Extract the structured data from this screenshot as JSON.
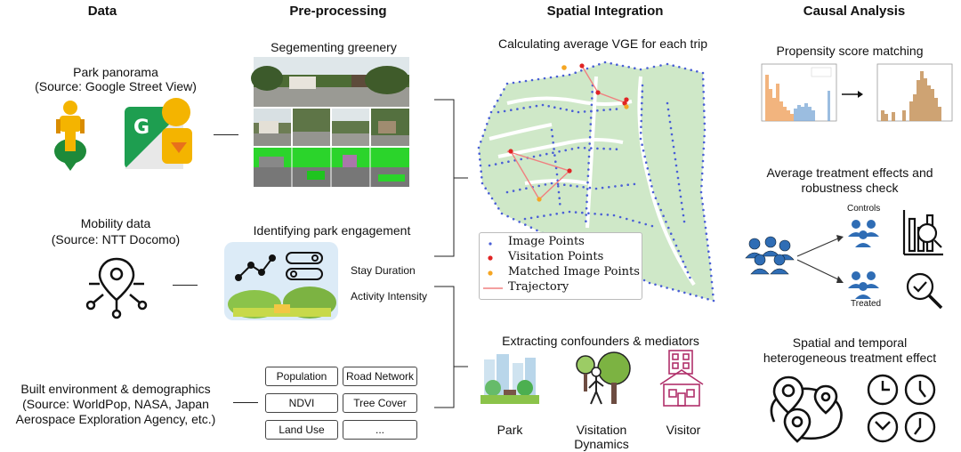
{
  "headers": {
    "data": "Data",
    "preprocessing": "Pre-processing",
    "spatial": "Spatial Integration",
    "causal": "Causal Analysis"
  },
  "data_col": {
    "panorama_title": "Park panorama",
    "panorama_source": "(Source: Google Street View)",
    "mobility_title": "Mobility data",
    "mobility_source": "(Source: NTT Docomo)",
    "built_title": "Built environment & demographics",
    "built_source_1": "(Source: WorldPop, NASA, Japan",
    "built_source_2": "Aerospace Exploration Agency, etc.)"
  },
  "pre_col": {
    "seg_title": "Segementing greenery",
    "engage_title": "Identifying park engagement",
    "stay_duration": "Stay Duration",
    "activity_intensity": "Activity Intensity",
    "boxes": [
      "Population",
      "Road Network",
      "NDVI",
      "Tree Cover",
      "Land Use",
      "..."
    ]
  },
  "spatial_col": {
    "vge_title": "Calculating average VGE for each trip",
    "legend": [
      "Image Points",
      "Visitation Points",
      "Matched Image Points",
      "Trajectory"
    ],
    "confounders_title": "Extracting confounders & mediators",
    "icons": [
      "Park",
      "Visitation",
      "Dynamics",
      "Visitor"
    ]
  },
  "causal_col": {
    "psm_title": "Propensity score matching",
    "ate_title_1": "Average treatment effects and",
    "ate_title_2": "robustness check",
    "controls": "Controls",
    "treated": "Treated",
    "het_title_1": "Spatial and temporal",
    "het_title_2": "heterogeneous treatment effect"
  },
  "colors": {
    "park_green": "#cfe8c8",
    "image_point": "#4a5fd6",
    "visitation_point": "#e02424",
    "matched_point": "#f5a623",
    "trajectory": "#f08080",
    "people_blue": "#2f6db5"
  }
}
